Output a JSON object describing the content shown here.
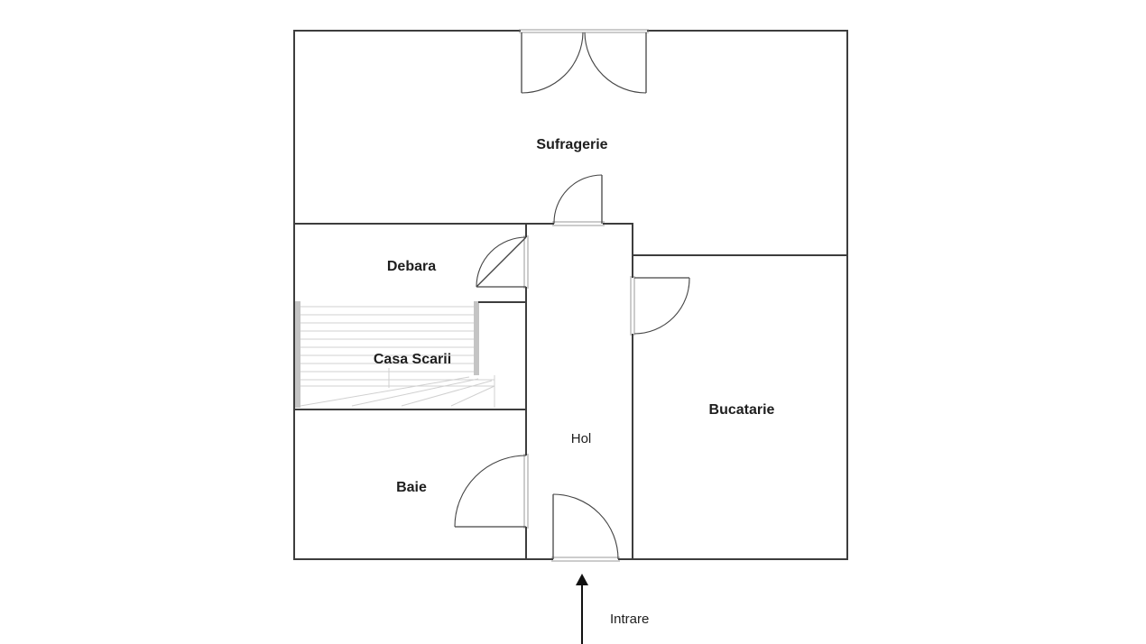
{
  "floor_plan": {
    "rooms": {
      "sufragerie": "Sufragerie",
      "debara": "Debara",
      "casa_scarii": "Casa Scarii",
      "hol": "Hol",
      "baie": "Baie",
      "bucatarie": "Bucatarie"
    },
    "entrance_label": "Intrare"
  },
  "colors": {
    "wall": "#3d3d3d",
    "background": "#ffffff",
    "text": "#1e1e1e"
  }
}
